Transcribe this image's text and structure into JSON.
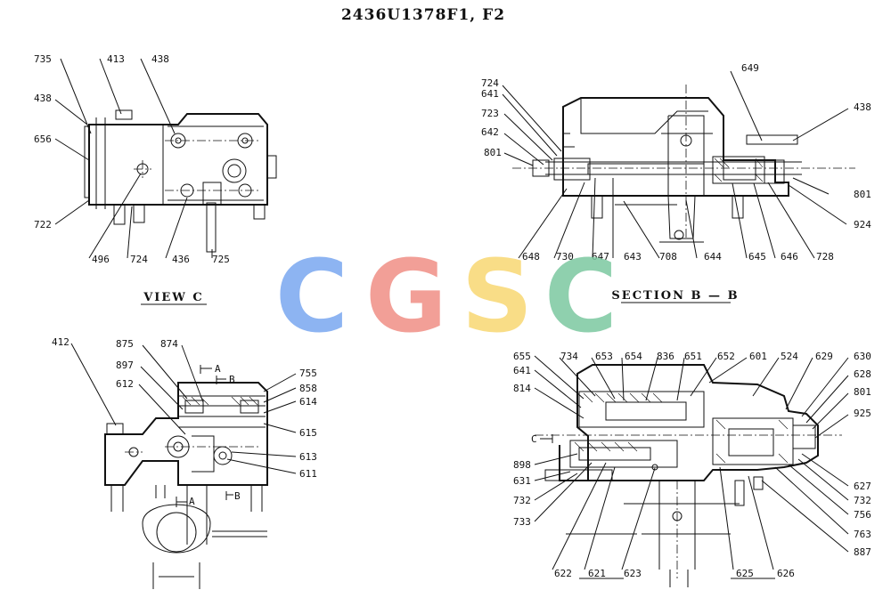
{
  "drawing_number": "2436U1378F1, F2",
  "views": {
    "view_c": "VIEW  C",
    "section_bb": "SECTION  B — B"
  },
  "section_markers": {
    "a_top": "A",
    "b_top": "B",
    "a_bottom": "A",
    "b_bottom": "B",
    "c_arrow": "C"
  },
  "watermark": {
    "letters": [
      "C",
      "G",
      "S",
      "C"
    ],
    "colors": [
      "#7aa7f0",
      "#f08f86",
      "#f8d873",
      "#7cc8a0"
    ]
  },
  "callouts": {
    "top_left": [
      "735",
      "413",
      "438",
      "438",
      "656",
      "722",
      "496",
      "724",
      "436",
      "725"
    ],
    "top_right": [
      "724",
      "641",
      "723",
      "642",
      "801",
      "649",
      "438",
      "801",
      "924",
      "648",
      "730",
      "647",
      "643",
      "708",
      "644",
      "645",
      "646",
      "728"
    ],
    "bottom_left": [
      "412",
      "875",
      "874",
      "897",
      "612",
      "755",
      "858",
      "614",
      "615",
      "613",
      "611"
    ],
    "bottom_right": [
      "655",
      "734",
      "653",
      "654",
      "836",
      "651",
      "652",
      "601",
      "524",
      "629",
      "630",
      "641",
      "628",
      "814",
      "801",
      "925",
      "898",
      "631",
      "732",
      "733",
      "622",
      "621",
      "623",
      "625",
      "626",
      "627",
      "732",
      "756",
      "763",
      "887"
    ]
  }
}
